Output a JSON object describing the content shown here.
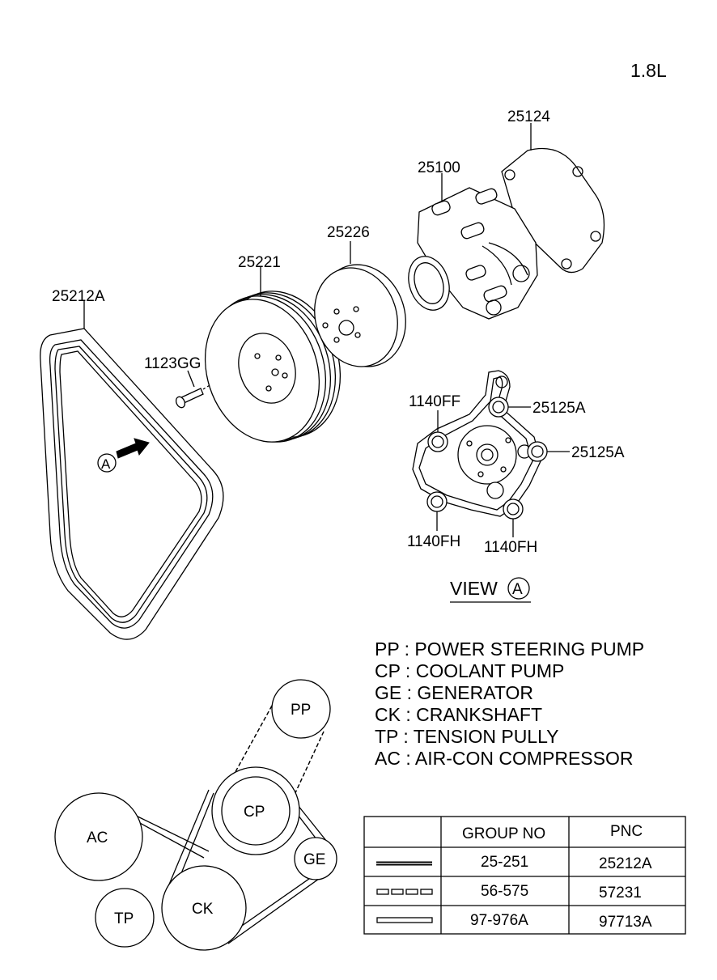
{
  "engine": "1.8L",
  "parts": {
    "belt": "25212A",
    "bolt": "1123GG",
    "crank_pulley": "25221",
    "pump_pulley": "25226",
    "water_pump": "25100",
    "gasket": "25124",
    "bolt_ff": "1140FF",
    "seal_top": "25125A",
    "seal_right": "25125A",
    "bolt_fh_left": "1140FH",
    "bolt_fh_right": "1140FH"
  },
  "view_marker": "A",
  "view_label": "VIEW",
  "legend": [
    "PP : POWER STEERING PUMP",
    "CP : COOLANT PUMP",
    "GE : GENERATOR",
    "CK : CRANKSHAFT",
    "TP : TENSION PULLY",
    "AC : AIR-CON COMPRESSOR"
  ],
  "pulleys": {
    "pp": "PP",
    "cp": "CP",
    "ge": "GE",
    "ck": "CK",
    "tp": "TP",
    "ac": "AC"
  },
  "table": {
    "headers": [
      "",
      "GROUP NO",
      "PNC"
    ],
    "rows": [
      {
        "line": "solid-double",
        "group": "25-251",
        "pnc": "25212A"
      },
      {
        "line": "dashed",
        "group": "56-575",
        "pnc": "57231"
      },
      {
        "line": "hollow",
        "group": "97-976A",
        "pnc": "97713A"
      }
    ]
  }
}
